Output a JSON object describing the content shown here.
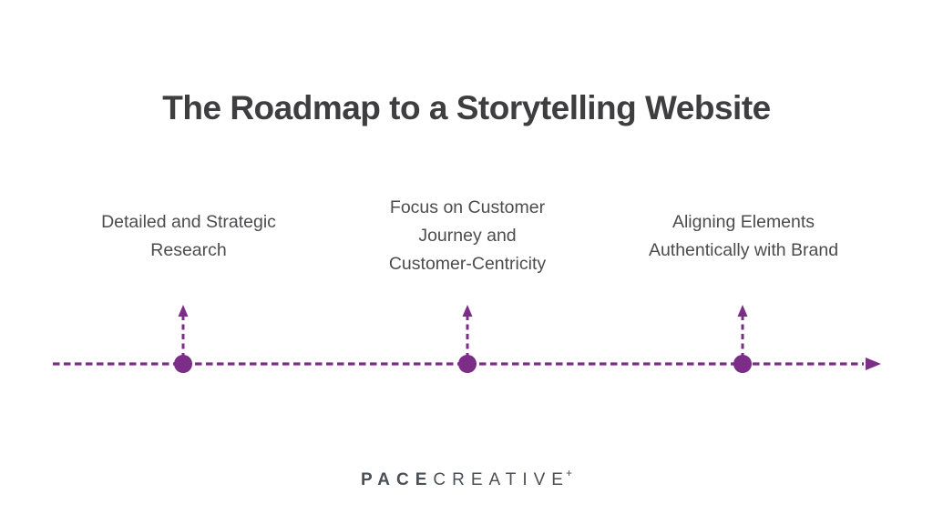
{
  "slide": {
    "title": "The Roadmap to a Storytelling Website"
  },
  "milestones": [
    {
      "label": "Detailed and Strategic\nResearch"
    },
    {
      "label": "Focus on Customer\nJourney and\nCustomer-Centricity"
    },
    {
      "label": "Aligning Elements\nAuthentically with Brand"
    }
  ],
  "timeline": {
    "direction": "left-to-right",
    "milestone_count": 3
  },
  "footer": {
    "brand_bold": "PACE",
    "brand_light": "CREATIVE",
    "brand_plus": "+"
  },
  "colors": {
    "accent_purple": "#7b2d87",
    "title_gray": "#3e3e40",
    "label_gray": "#4c4c4e",
    "logo_gray": "#4b4f56",
    "background": "#ffffff"
  }
}
